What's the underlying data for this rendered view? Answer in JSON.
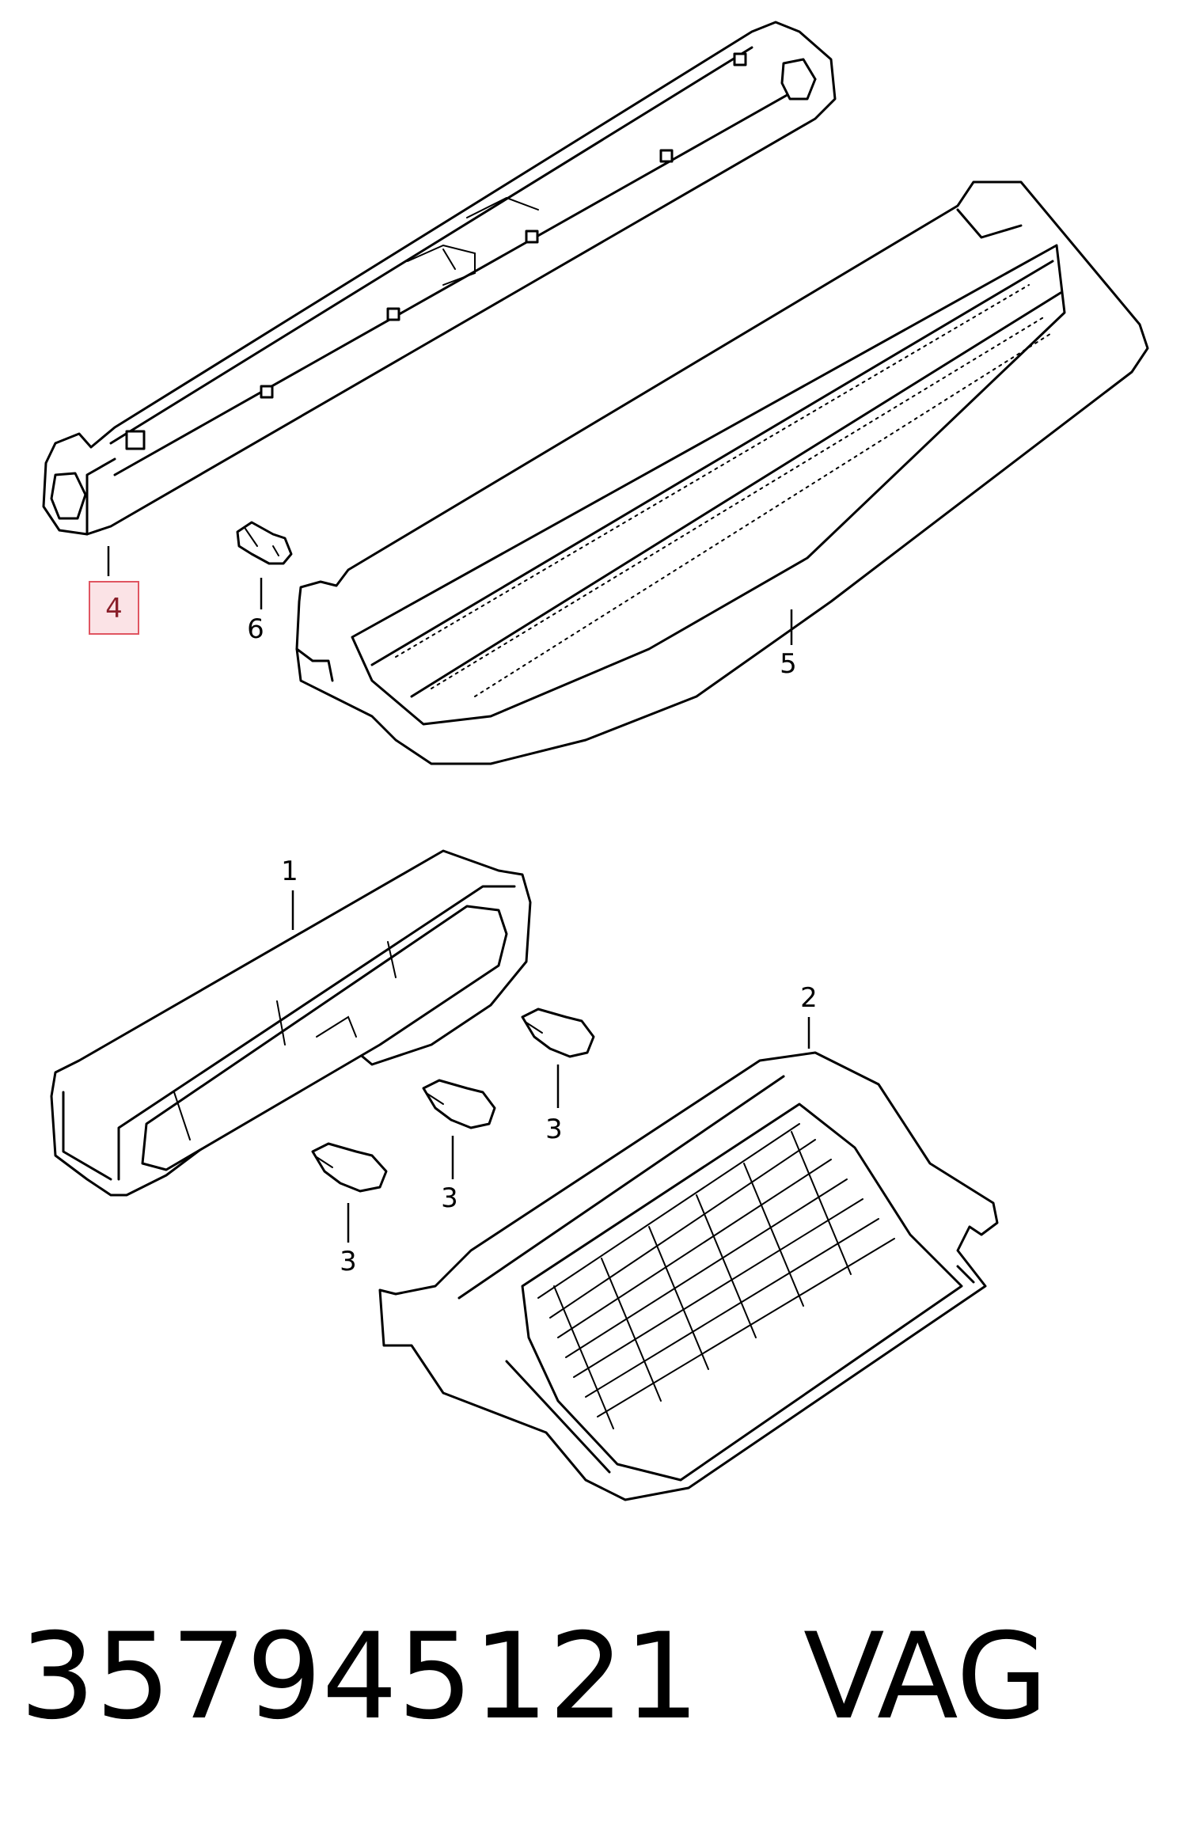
{
  "diagram": {
    "callouts": [
      {
        "id": "1",
        "label": "1"
      },
      {
        "id": "2",
        "label": "2"
      },
      {
        "id": "3a",
        "label": "3"
      },
      {
        "id": "3b",
        "label": "3"
      },
      {
        "id": "3c",
        "label": "3"
      },
      {
        "id": "4",
        "label": "4",
        "highlighted": true
      },
      {
        "id": "5",
        "label": "5"
      },
      {
        "id": "6",
        "label": "6"
      }
    ],
    "highlight_color": "#e05561"
  },
  "footer": {
    "part_number": "357945121",
    "brand": "VAG"
  }
}
